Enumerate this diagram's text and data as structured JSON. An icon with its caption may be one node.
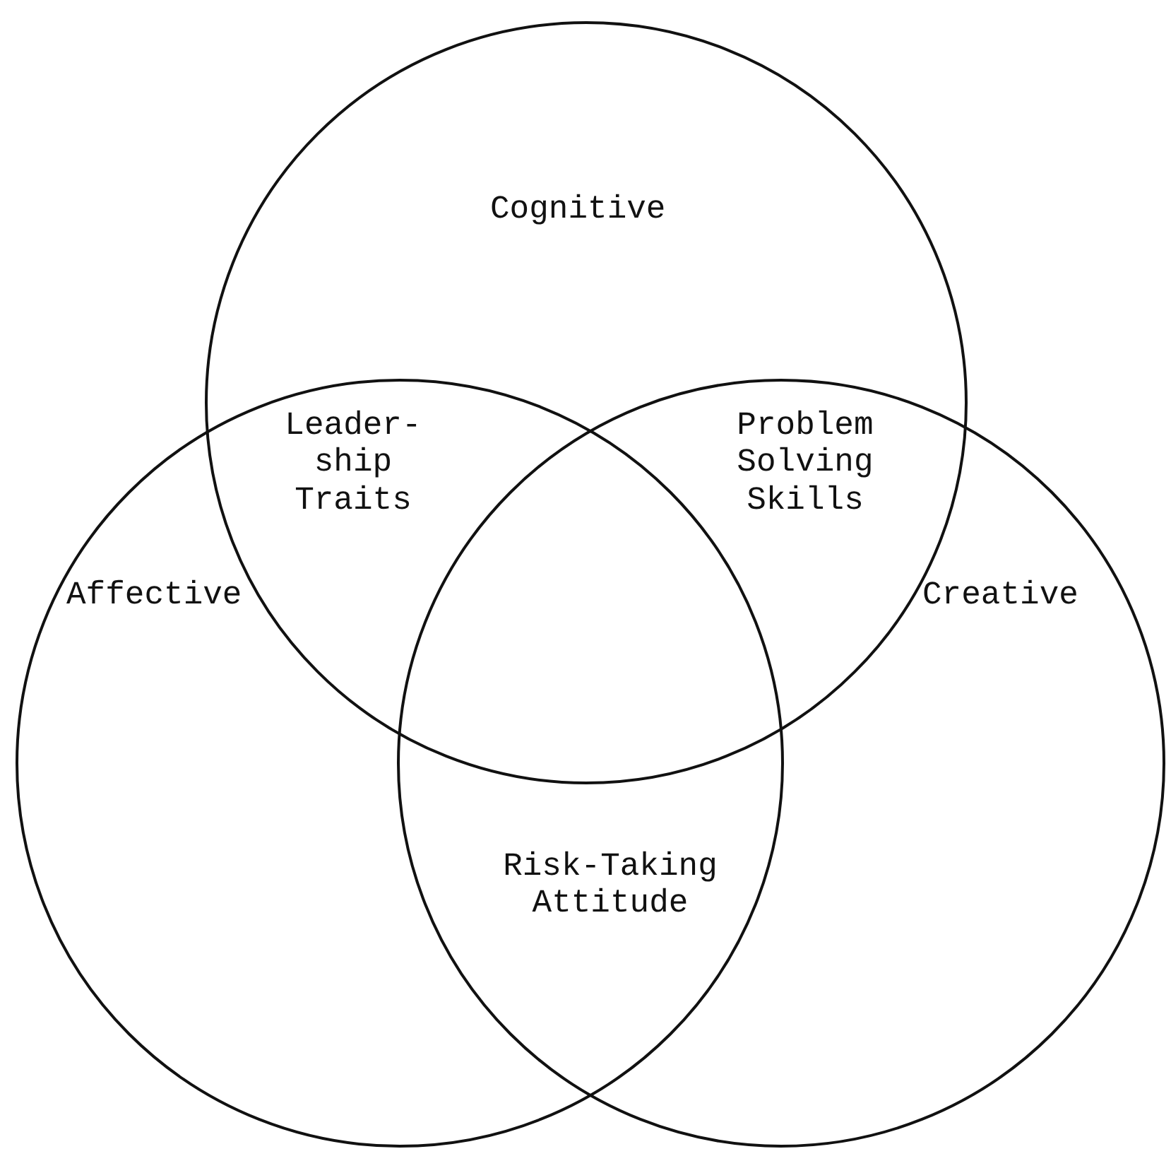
{
  "diagram": {
    "nodes": [
      {
        "text": [
          "Cognitive"
        ]
      },
      {
        "text": [
          "Affective"
        ]
      },
      {
        "text": [
          "Creative"
        ]
      }
    ],
    "labels": [
      "Leader- ship Traits",
      "Problem Solving Skills",
      "Risk-Taking Attitude"
    ]
  }
}
